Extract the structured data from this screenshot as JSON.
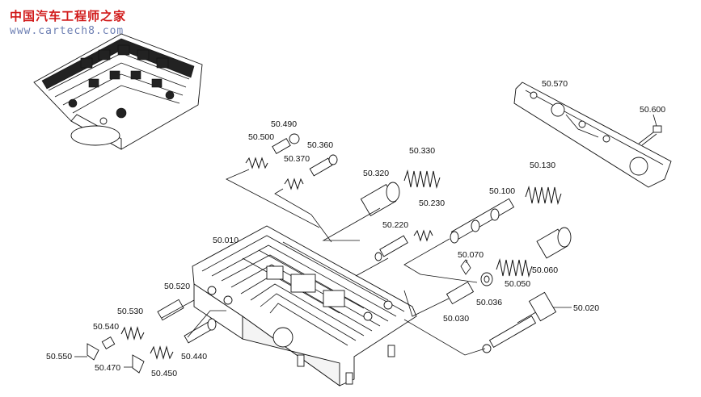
{
  "watermark": {
    "title": "中国汽车工程师之家",
    "url": "www.cartech8.com"
  },
  "parts": [
    {
      "id": "50.490"
    },
    {
      "id": "50.500"
    },
    {
      "id": "50.360"
    },
    {
      "id": "50.370"
    },
    {
      "id": "50.330"
    },
    {
      "id": "50.320"
    },
    {
      "id": "50.230"
    },
    {
      "id": "50.220"
    },
    {
      "id": "50.130"
    },
    {
      "id": "50.100"
    },
    {
      "id": "50.010"
    },
    {
      "id": "50.070"
    },
    {
      "id": "50.060"
    },
    {
      "id": "50.050"
    },
    {
      "id": "50.036"
    },
    {
      "id": "50.030"
    },
    {
      "id": "50.520"
    },
    {
      "id": "50.530"
    },
    {
      "id": "50.540"
    },
    {
      "id": "50.550"
    },
    {
      "id": "50.470"
    },
    {
      "id": "50.450"
    },
    {
      "id": "50.440"
    },
    {
      "id": "50.020"
    },
    {
      "id": "50.570"
    },
    {
      "id": "50.600"
    }
  ]
}
